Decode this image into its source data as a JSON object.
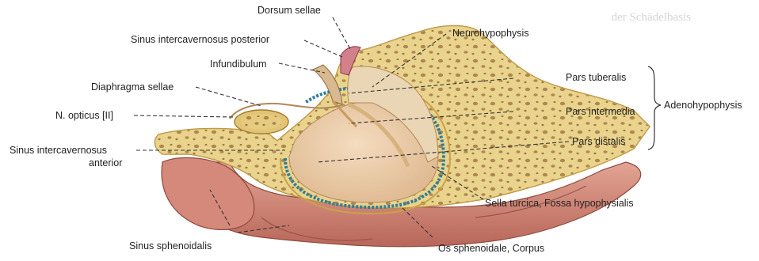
{
  "labels": {
    "dorsum_sellae": "Dorsum sellae",
    "sinus_intercav_posterior": "Sinus intercavernosus posterior",
    "neurohypophysis": "Neurohypophysis",
    "infundibulum": "Infundibulum",
    "pars_tuberalis": "Pars tuberalis",
    "diaphragma_sellae": "Diaphragma sellae",
    "n_opticus": "N. opticus [II]",
    "pars_intermedia": "Pars intermedia",
    "adenohypophysis": "Adenohypophysis",
    "sinus_intercav_anterior_1": "Sinus intercavernosus",
    "sinus_intercav_anterior_2": "anterior",
    "pars_distalis": "Pars distalis",
    "sella_turcica": "Sella turcica, Fossa hypophysialis",
    "sinus_sphenoidalis": "Sinus sphenoidalis",
    "os_sphenoidale": "Os sphenoidale, Corpus"
  },
  "background_text": {
    "top_right": "der Schädelbasis"
  },
  "colors": {
    "bone": "#e7cf86",
    "bone_dark": "#c49b3e",
    "marrow": "#8a5a2a",
    "mucosa": "#c97f6e",
    "mucosa_dark": "#a95a4c",
    "gland": "#ecc9a5",
    "neuro": "#ead6b4",
    "vein": "#2c7d9c"
  }
}
